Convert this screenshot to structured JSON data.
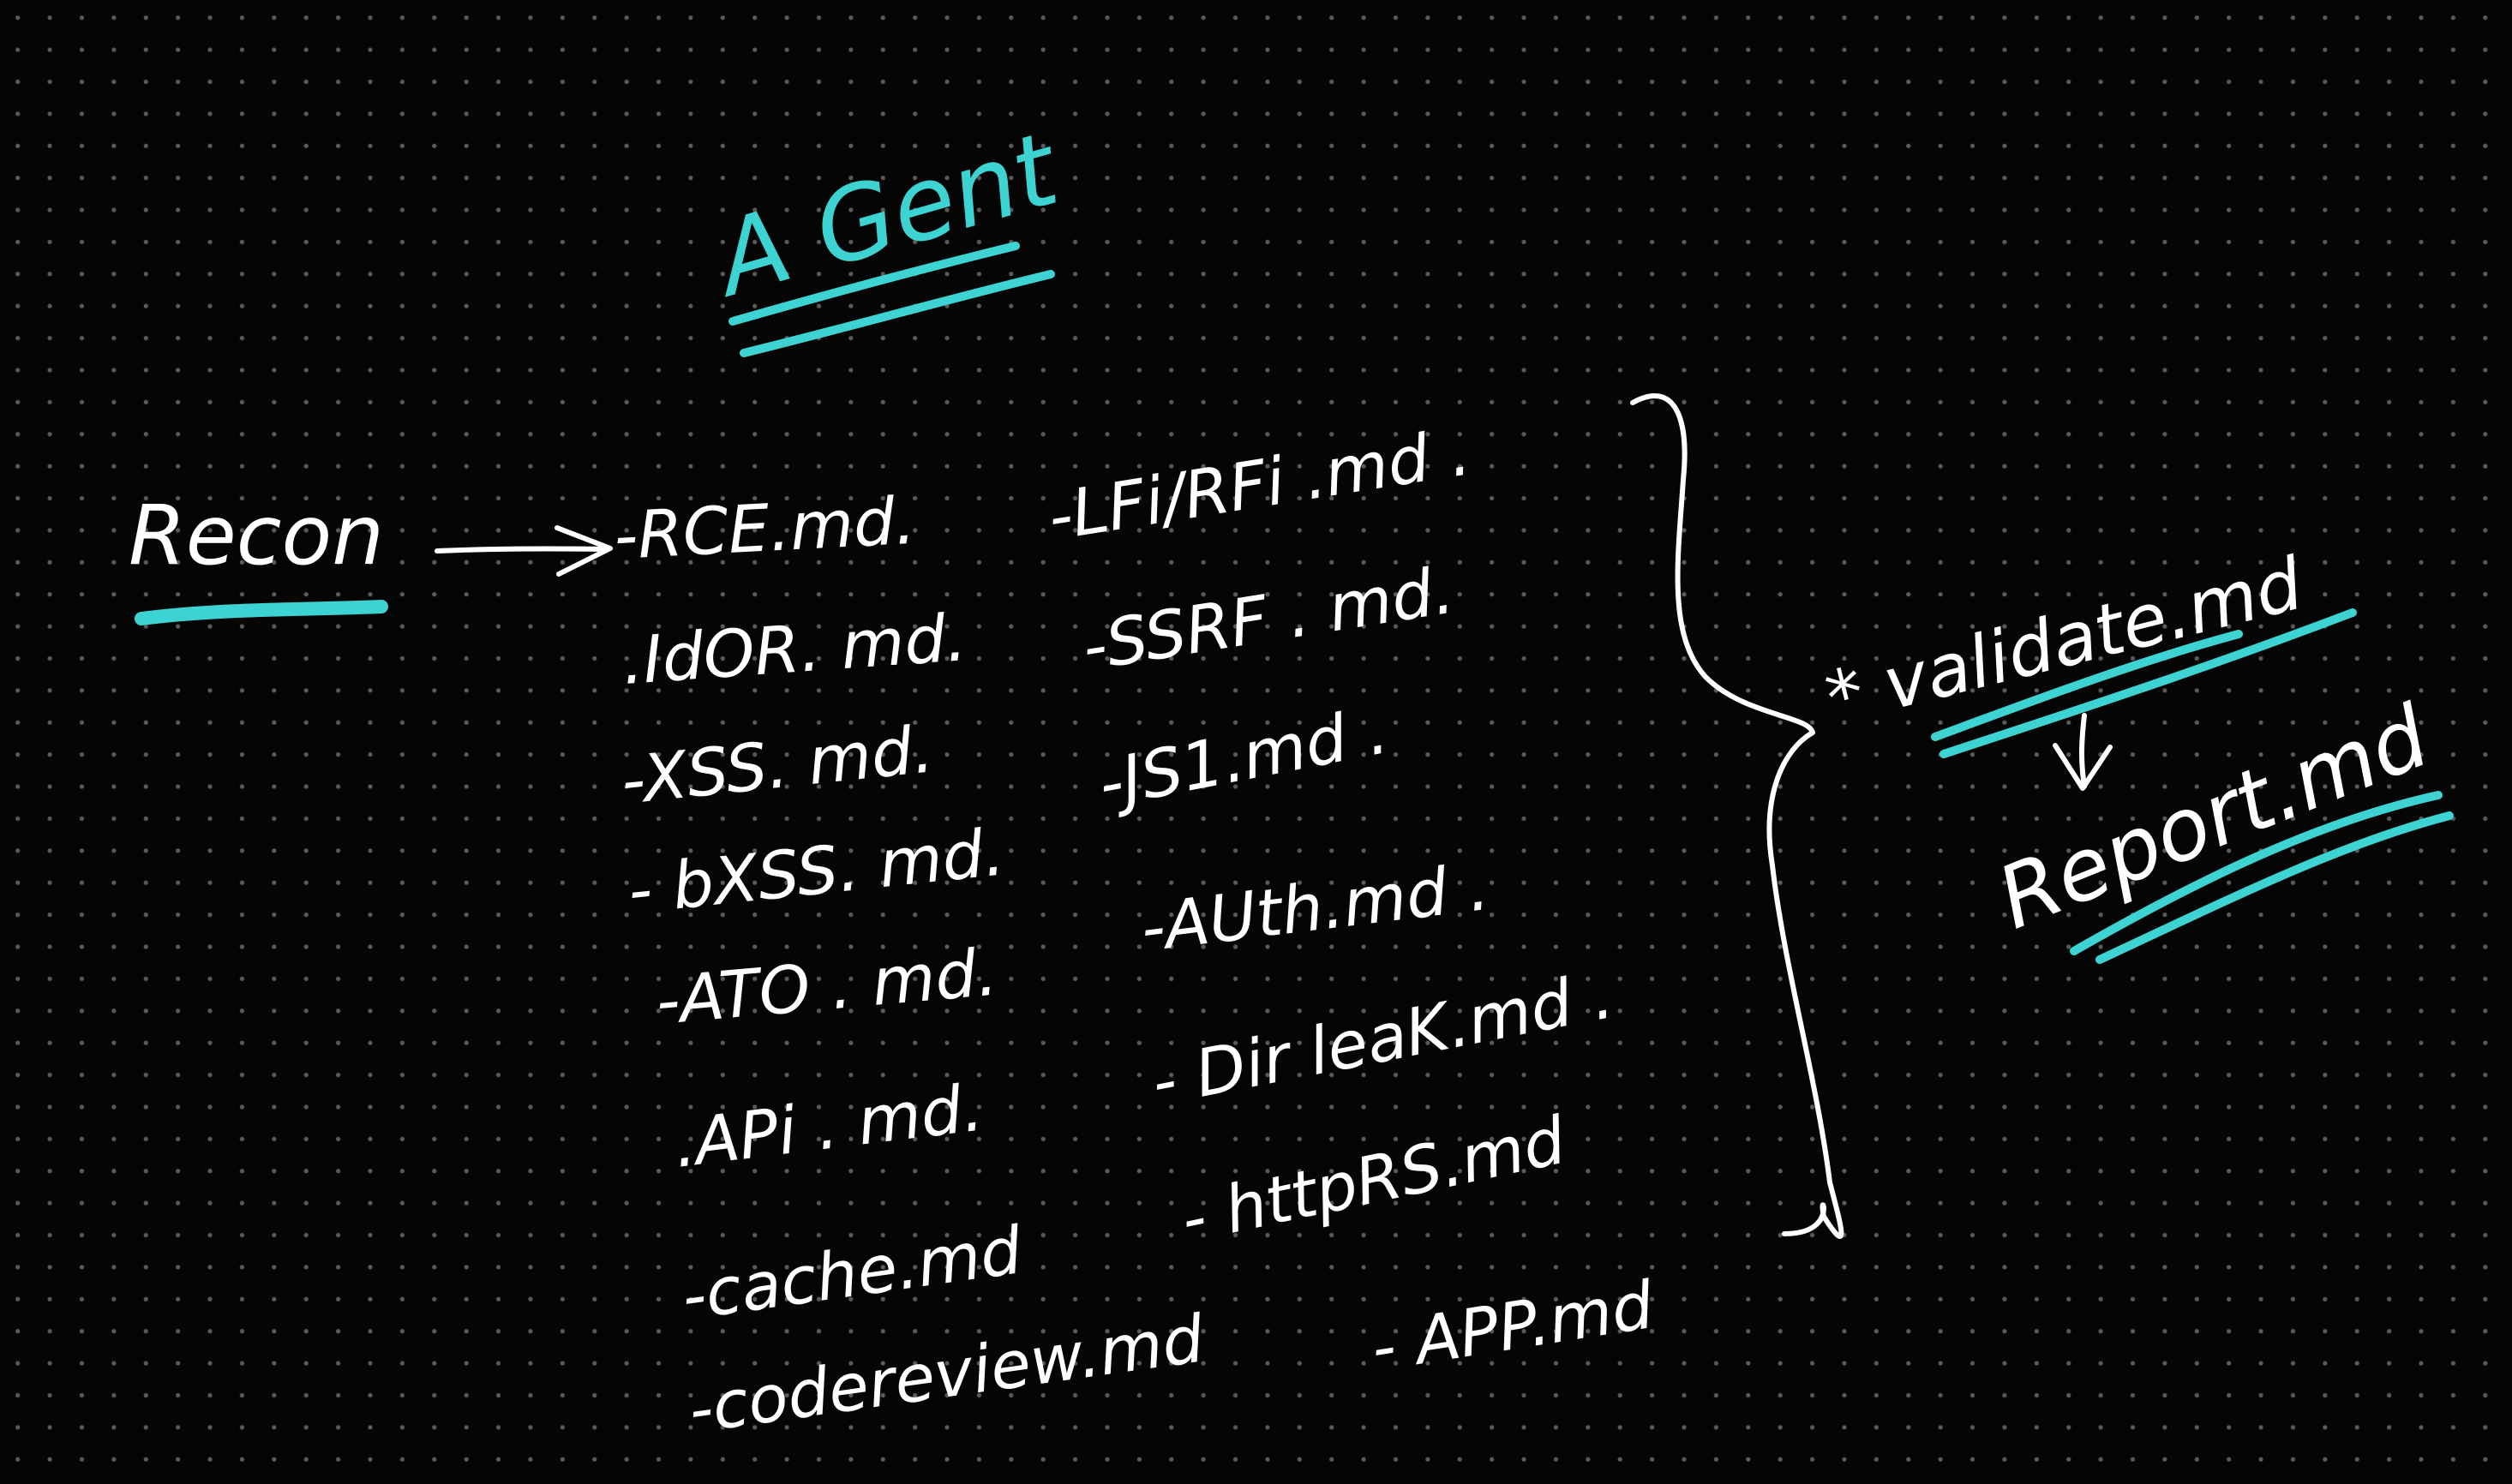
{
  "colors": {
    "background": "#050505",
    "ink": "#ffffff",
    "accent": "#3ed3d3",
    "grid_dot": "#5a5a5a"
  },
  "title": "A Gent",
  "source": "Recon",
  "modules_left": [
    "-RCE.md.",
    ".IdOR. md.",
    "-XSS. md.",
    "- bXSS. md.",
    "-ATO . md.",
    ".APi . md.",
    "-cache.md",
    "-codereview.md"
  ],
  "modules_right": [
    "-LFi/RFi .md .",
    "-SSRF . md.",
    "-JS1.md .",
    "-AUth.md .",
    "- Dir leaK.md .",
    "- httpRS.md",
    "- APP.md"
  ],
  "validate": "* validate.md",
  "report": "Report.md"
}
